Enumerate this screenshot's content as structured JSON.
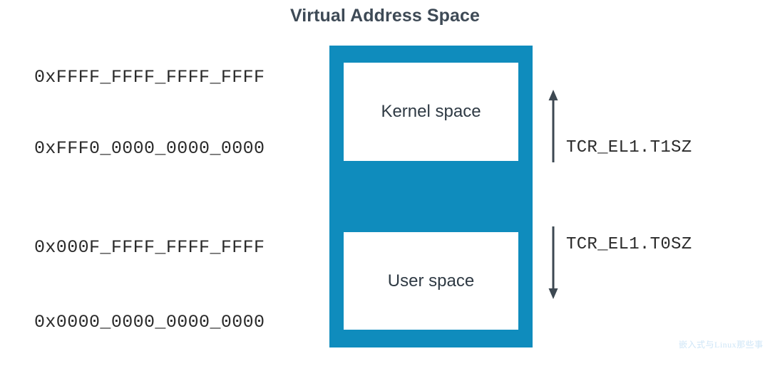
{
  "diagram": {
    "title": "Virtual Address Space",
    "title_color": "#3e4a56",
    "column_color": "#0f8cbd",
    "regions": [
      {
        "id": "kernel",
        "label": "Kernel space"
      },
      {
        "id": "user",
        "label": "User space"
      }
    ],
    "addresses": [
      {
        "id": "top-of-kernel",
        "text": "0xFFFF_FFFF_FFFF_FFFF"
      },
      {
        "id": "bottom-of-kernel",
        "text": "0xFFF0_0000_0000_0000"
      },
      {
        "id": "top-of-user",
        "text": "0x000F_FFFF_FFFF_FFFF"
      },
      {
        "id": "bottom-of-user",
        "text": "0x0000_0000_0000_0000"
      }
    ],
    "annotations": [
      {
        "id": "t1sz",
        "label": "TCR_EL1.T1SZ",
        "arrow": "up-arrow-icon",
        "arrow_color": "#3d4852"
      },
      {
        "id": "t0sz",
        "label": "TCR_EL1.T0SZ",
        "arrow": "down-arrow-icon",
        "arrow_color": "#3d4852"
      }
    ],
    "watermark": "嵌入式与Linux那些事"
  }
}
